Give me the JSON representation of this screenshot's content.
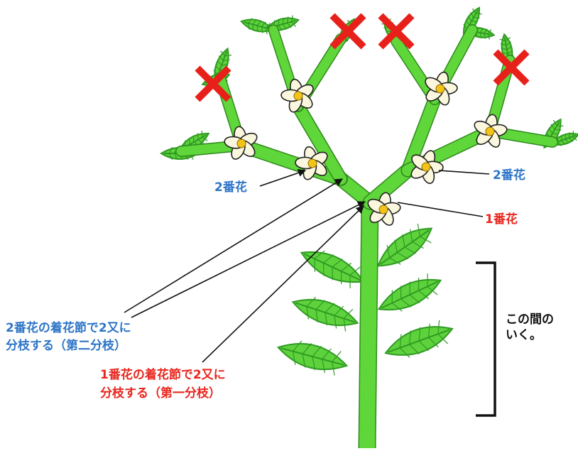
{
  "colors": {
    "stem": "#5fd63a",
    "stem_outline": "#2f8a1c",
    "leaf": "#5ed23c",
    "leaf_dark": "#2f9a22",
    "flower": "#fbf6de",
    "stamen": "#f2c417",
    "cross": "#e8201a",
    "label_blue": "#2e75c8",
    "label_red": "#e8261e"
  },
  "labels": {
    "second_flower_left": "2番花",
    "second_flower_right": "2番花",
    "first_flower": "1番花",
    "second_branch_line1": "2番花の着花節で2又に",
    "second_branch_line2": "分枝する（第二分枝）",
    "first_branch_line1": "1番花の着花節で2又に",
    "first_branch_line2": "分枝する（第一分枝）",
    "right_note_line1": "この間の",
    "right_note_line2": "いく。"
  }
}
